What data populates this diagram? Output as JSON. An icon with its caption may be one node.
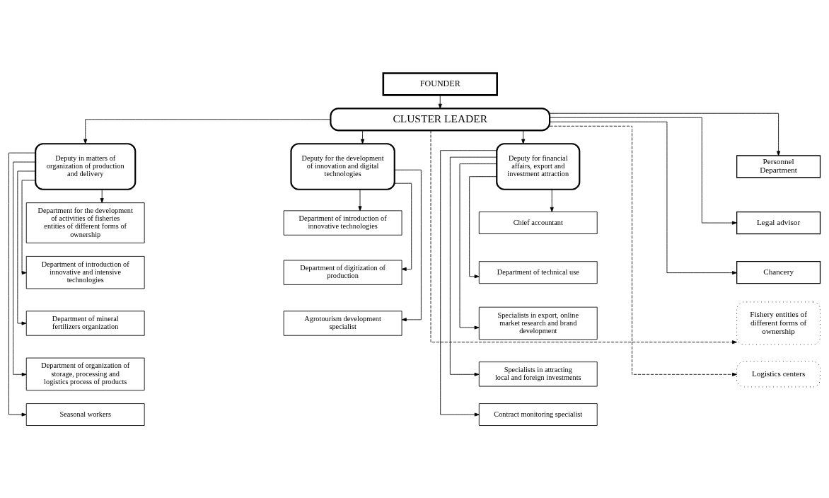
{
  "diagram": {
    "nodes": [
      {
        "text": [
          "FOUNDER"
        ]
      },
      {
        "text": [
          "CLUSTER LEADER"
        ]
      },
      {
        "text": [
          "Deputy in matters of organization of production and delivery"
        ]
      },
      {
        "text": [
          "Deputy for the development of innovation and digital technologies"
        ]
      },
      {
        "text": [
          "Deputy for financial affairs, export and investment attraction"
        ]
      },
      {
        "text": [
          "Personnel Department"
        ]
      },
      {
        "text": [
          "Legal advisor"
        ]
      },
      {
        "text": [
          "Chancery"
        ]
      },
      {
        "text": [
          "Fishery entities of different forms of ownership"
        ]
      },
      {
        "text": [
          "Logistics centers"
        ]
      },
      {
        "text": [
          "Department for the development of activities of fisheries entities of different forms of ownership"
        ]
      },
      {
        "text": [
          "Department of introduction of innovative and intensive technologies"
        ]
      },
      {
        "text": [
          "Department of mineral fertilizers organization"
        ]
      },
      {
        "text": [
          "Department of organization of storage, processing and logistics process of products"
        ]
      },
      {
        "text": [
          "Seasonal workers"
        ]
      },
      {
        "text": [
          "Department of introduction of innovative technologies"
        ]
      },
      {
        "text": [
          "Department of digitization of production"
        ]
      },
      {
        "text": [
          "Agrotourism development specialist"
        ]
      },
      {
        "text": [
          "Chief accountant"
        ]
      },
      {
        "text": [
          "Department of technical use"
        ]
      },
      {
        "text": [
          "Specialists in export, online market research and brand development"
        ]
      },
      {
        "text": [
          "Specialists in attracting local and foreign investments"
        ]
      },
      {
        "text": [
          "Contract monitoring specialist"
        ]
      }
    ],
    "edges": [
      {
        "from": 0,
        "to": 1,
        "arrow": "to"
      },
      {
        "from": 1,
        "to": 2,
        "arrow": "to"
      },
      {
        "from": 1,
        "to": 3,
        "arrow": "to"
      },
      {
        "from": 1,
        "to": 4,
        "arrow": "to"
      },
      {
        "from": 1,
        "to": 5,
        "arrow": "to"
      },
      {
        "from": 1,
        "to": 6,
        "arrow": "to"
      },
      {
        "from": 1,
        "to": 7,
        "arrow": "to"
      },
      {
        "from": 1,
        "to": 8,
        "arrow": "to",
        "style": "dashed"
      },
      {
        "from": 1,
        "to": 9,
        "arrow": "to",
        "style": "dashed"
      },
      {
        "from": 2,
        "to": 10,
        "arrow": "to"
      },
      {
        "from": 2,
        "to": 11,
        "arrow": "to"
      },
      {
        "from": 2,
        "to": 12,
        "arrow": "to"
      },
      {
        "from": 2,
        "to": 13,
        "arrow": "to"
      },
      {
        "from": 2,
        "to": 14,
        "arrow": "to"
      },
      {
        "from": 3,
        "to": 15,
        "arrow": "to"
      },
      {
        "from": 3,
        "to": 16,
        "arrow": "to"
      },
      {
        "from": 3,
        "to": 17,
        "arrow": "to"
      },
      {
        "from": 4,
        "to": 18,
        "arrow": "to"
      },
      {
        "from": 4,
        "to": 19,
        "arrow": "to"
      },
      {
        "from": 4,
        "to": 20,
        "arrow": "to"
      },
      {
        "from": 4,
        "to": 21,
        "arrow": "to"
      },
      {
        "from": 4,
        "to": 22,
        "arrow": "to"
      }
    ]
  }
}
